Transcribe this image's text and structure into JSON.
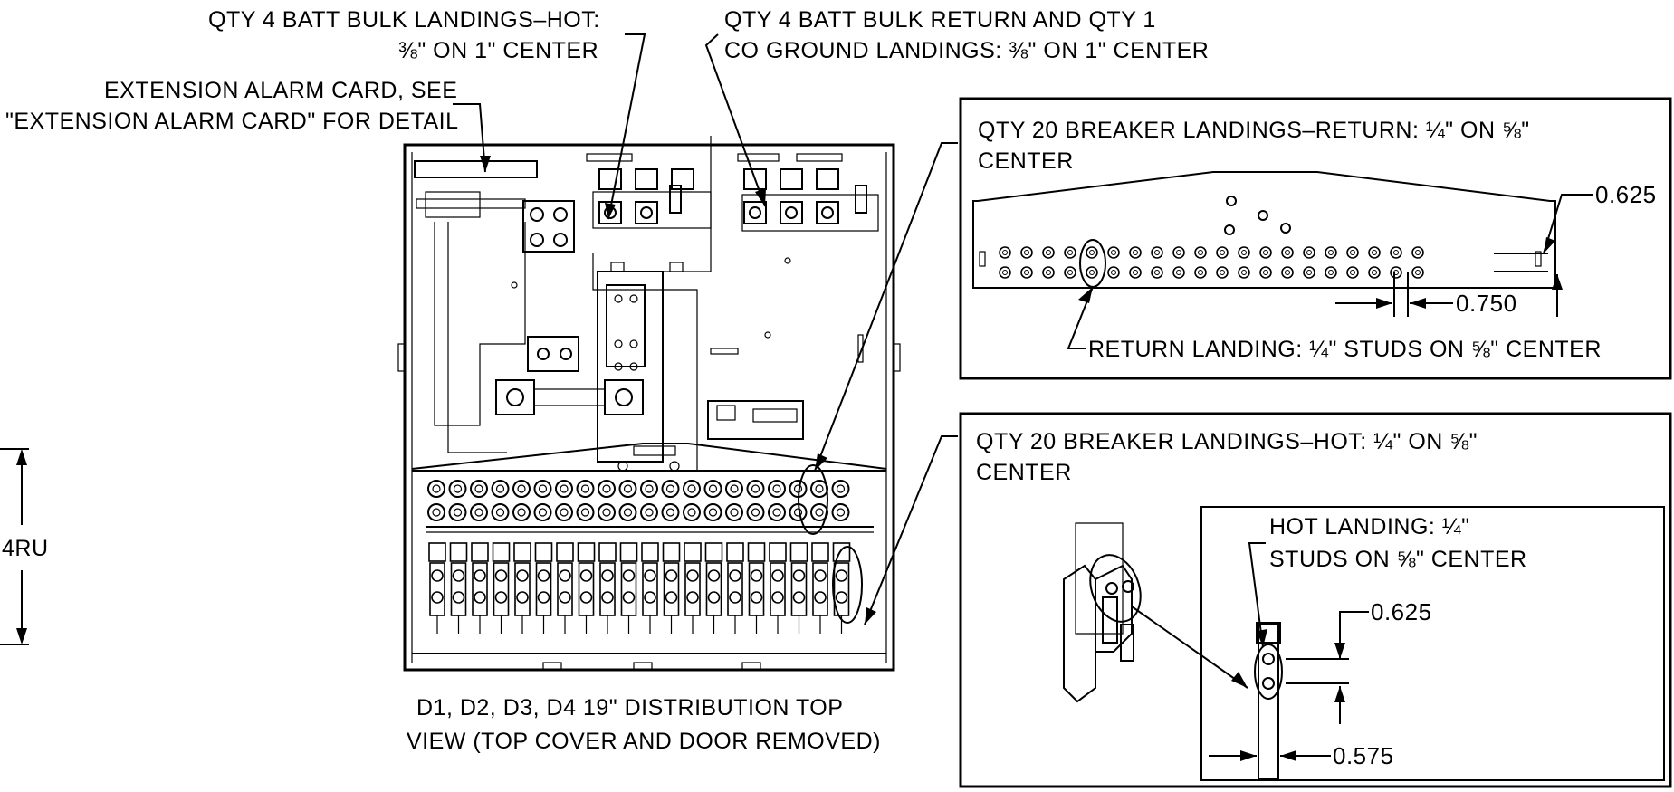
{
  "callouts": {
    "batt_hot_line1": "QTY 4 BATT BULK LANDINGS–HOT:",
    "batt_hot_line2": "⅜\" ON 1\" CENTER",
    "batt_return_line1": "QTY 4 BATT BULK RETURN AND QTY 1",
    "batt_return_line2": "CO GROUND LANDINGS: ⅜\" ON 1\" CENTER",
    "ext_alarm_line1": "EXTENSION ALARM CARD, SEE",
    "ext_alarm_line2": "\"EXTENSION ALARM CARD\" FOR DETAIL"
  },
  "height_label": "4RU",
  "caption": {
    "line1": "D1, D2, D3, D4 19\" DISTRIBUTION TOP",
    "line2": "VIEW (TOP COVER AND DOOR REMOVED)"
  },
  "return_detail": {
    "title_line1": "QTY 20 BREAKER LANDINGS–RETURN: ¼\" ON ⅝\"",
    "title_line2": "CENTER",
    "dim_vertical": "0.625",
    "dim_horizontal": "0.750",
    "landing_label": "RETURN LANDING: ¼\" STUDS ON ⅝\" CENTER"
  },
  "hot_detail": {
    "title_line1": "QTY 20 BREAKER LANDINGS–HOT: ¼\" ON ⅝\"",
    "title_line2": "CENTER",
    "landing_line1": "HOT LANDING: ¼\"",
    "landing_line2": "STUDS ON ⅝\" CENTER",
    "dim_vertical": "0.625",
    "dim_horizontal": "0.575"
  }
}
